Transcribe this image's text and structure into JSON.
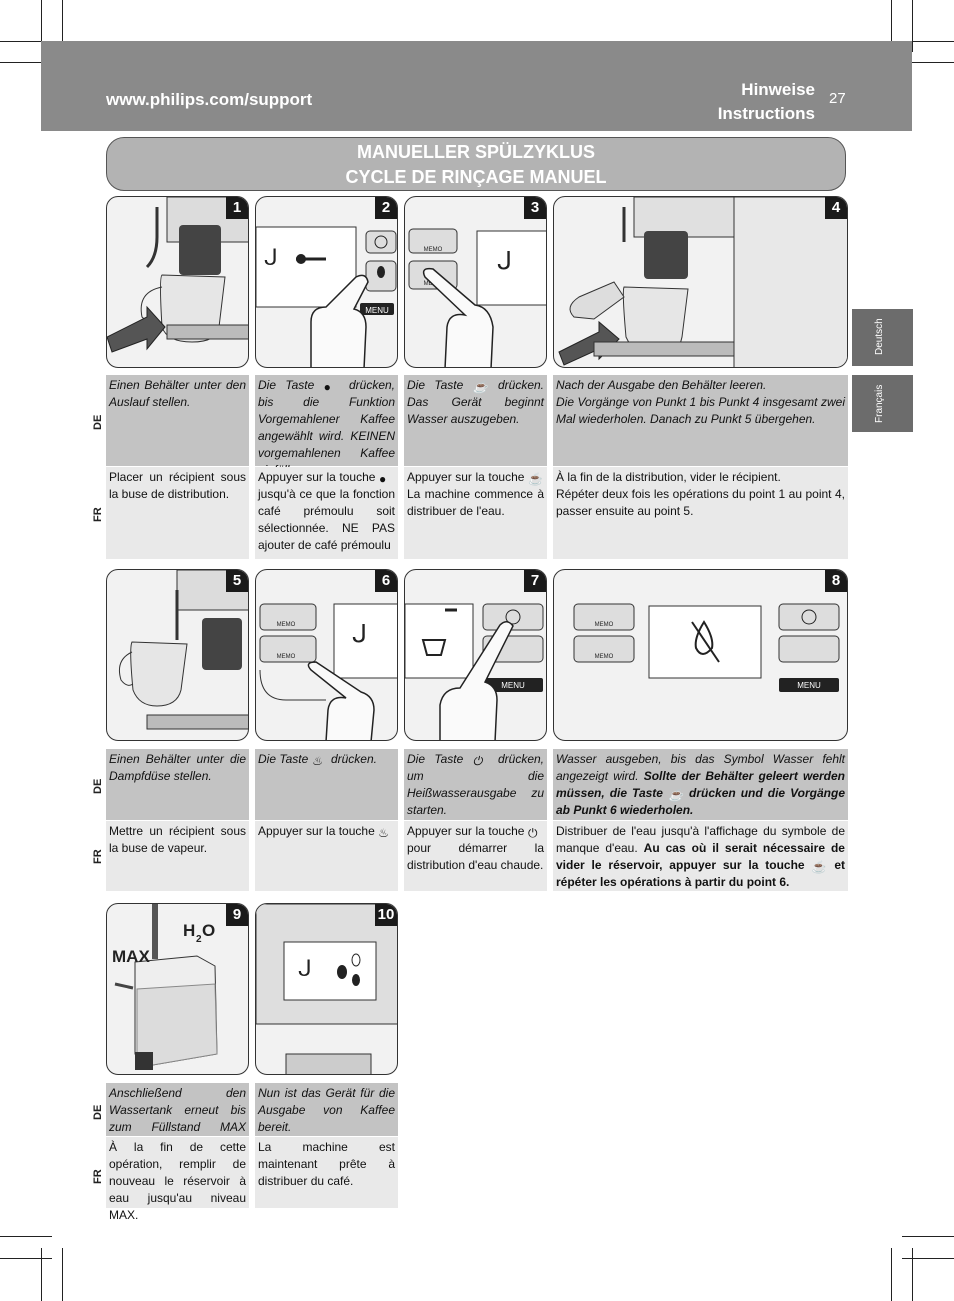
{
  "header": {
    "url": "www.philips.com/support",
    "title_line1": "Hinweise",
    "title_line2": "Instructions",
    "page_number": "27"
  },
  "section_title": {
    "line1": "MANUELLER SPÜLZYKLUS",
    "line2": "CYCLE DE RINÇAGE MANUEL"
  },
  "side_tabs": {
    "deutsch": "Deutsch",
    "francais": "Français"
  },
  "lang": {
    "de": "DE",
    "fr": "FR"
  },
  "steps": {
    "s1": {
      "num": "1",
      "de": "Einen Behälter unter den Auslauf stellen.",
      "fr": "Placer un récipient sous la buse de distribution."
    },
    "s2": {
      "num": "2",
      "de_a": "Die Taste",
      "de_b": "drücken, bis die Funktion Vorgemahlener Kaffee angewählt wird. KEINEN vorgemahlenen Kaffee einfüllen.",
      "fr_a": "Appuyer sur la touche",
      "fr_b": "jusqu'à ce que la fonction café prémoulu soit sélectionnée. NE PAS ajouter de café prémoulu"
    },
    "s3": {
      "num": "3",
      "de_a": "Die Taste",
      "de_b": "drücken. Das Gerät beginnt Wasser auszugeben.",
      "fr_a": "Appuyer sur la touche",
      "fr_b": "La machine commence à distribuer de l'eau."
    },
    "s4": {
      "num": "4",
      "de_1": "Nach der Ausgabe den Behälter leeren.",
      "de_2": "Die Vorgänge von Punkt 1 bis Punkt 4 insgesamt zwei Mal wiederholen. Danach zu Punkt 5 übergehen.",
      "fr_1": "À la fin de la distribution, vider le récipient.",
      "fr_2": "Répéter deux fois les opérations du point 1 au point 4, passer ensuite au point 5."
    },
    "s5": {
      "num": "5",
      "de": "Einen Behälter unter die Dampfdüse stellen.",
      "fr": "Mettre un récipient sous la buse de vapeur."
    },
    "s6": {
      "num": "6",
      "de_a": "Die Taste",
      "de_b": "drücken.",
      "fr_a": "Appuyer sur la touche"
    },
    "s7": {
      "num": "7",
      "de_a": "Die Taste",
      "de_b": "drücken, um die Heißwasserausgabe zu starten.",
      "fr_a": "Appuyer sur la touche",
      "fr_b": "pour démarrer la distribution d'eau chaude."
    },
    "s8": {
      "num": "8",
      "de_a": "Wasser ausgeben, bis das Symbol Wasser fehlt angezeigt wird.",
      "de_b": "Sollte der Behälter geleert werden müssen, die Taste",
      "de_c": "drücken und die Vorgänge ab Punkt 6 wiederholen.",
      "fr_a": "Distribuer de l'eau jusqu'à l'affichage du symbole de manque d'eau.",
      "fr_b": "Au cas où il serait nécessaire de vider le réservoir, appuyer sur la touche",
      "fr_c": "et répéter les opérations à partir du point 6."
    },
    "s9": {
      "num": "9",
      "de": "Anschließend den Wassertank erneut bis zum Füllstand MAX füllen.",
      "fr": "À la fin de cette opération, remplir de nouveau le réservoir à eau jusqu'au niveau MAX.",
      "label_max": "MAX",
      "label_h2o": "H",
      "label_h2o_sub": "2",
      "label_h2o_o": "O"
    },
    "s10": {
      "num": "10",
      "de": "Nun ist das Gerät für die Ausgabe von Kaffee bereit.",
      "fr": "La machine est maintenant prête à distribuer du café."
    }
  },
  "panel_labels": {
    "menu": "MENU",
    "memo": "MEMO"
  }
}
